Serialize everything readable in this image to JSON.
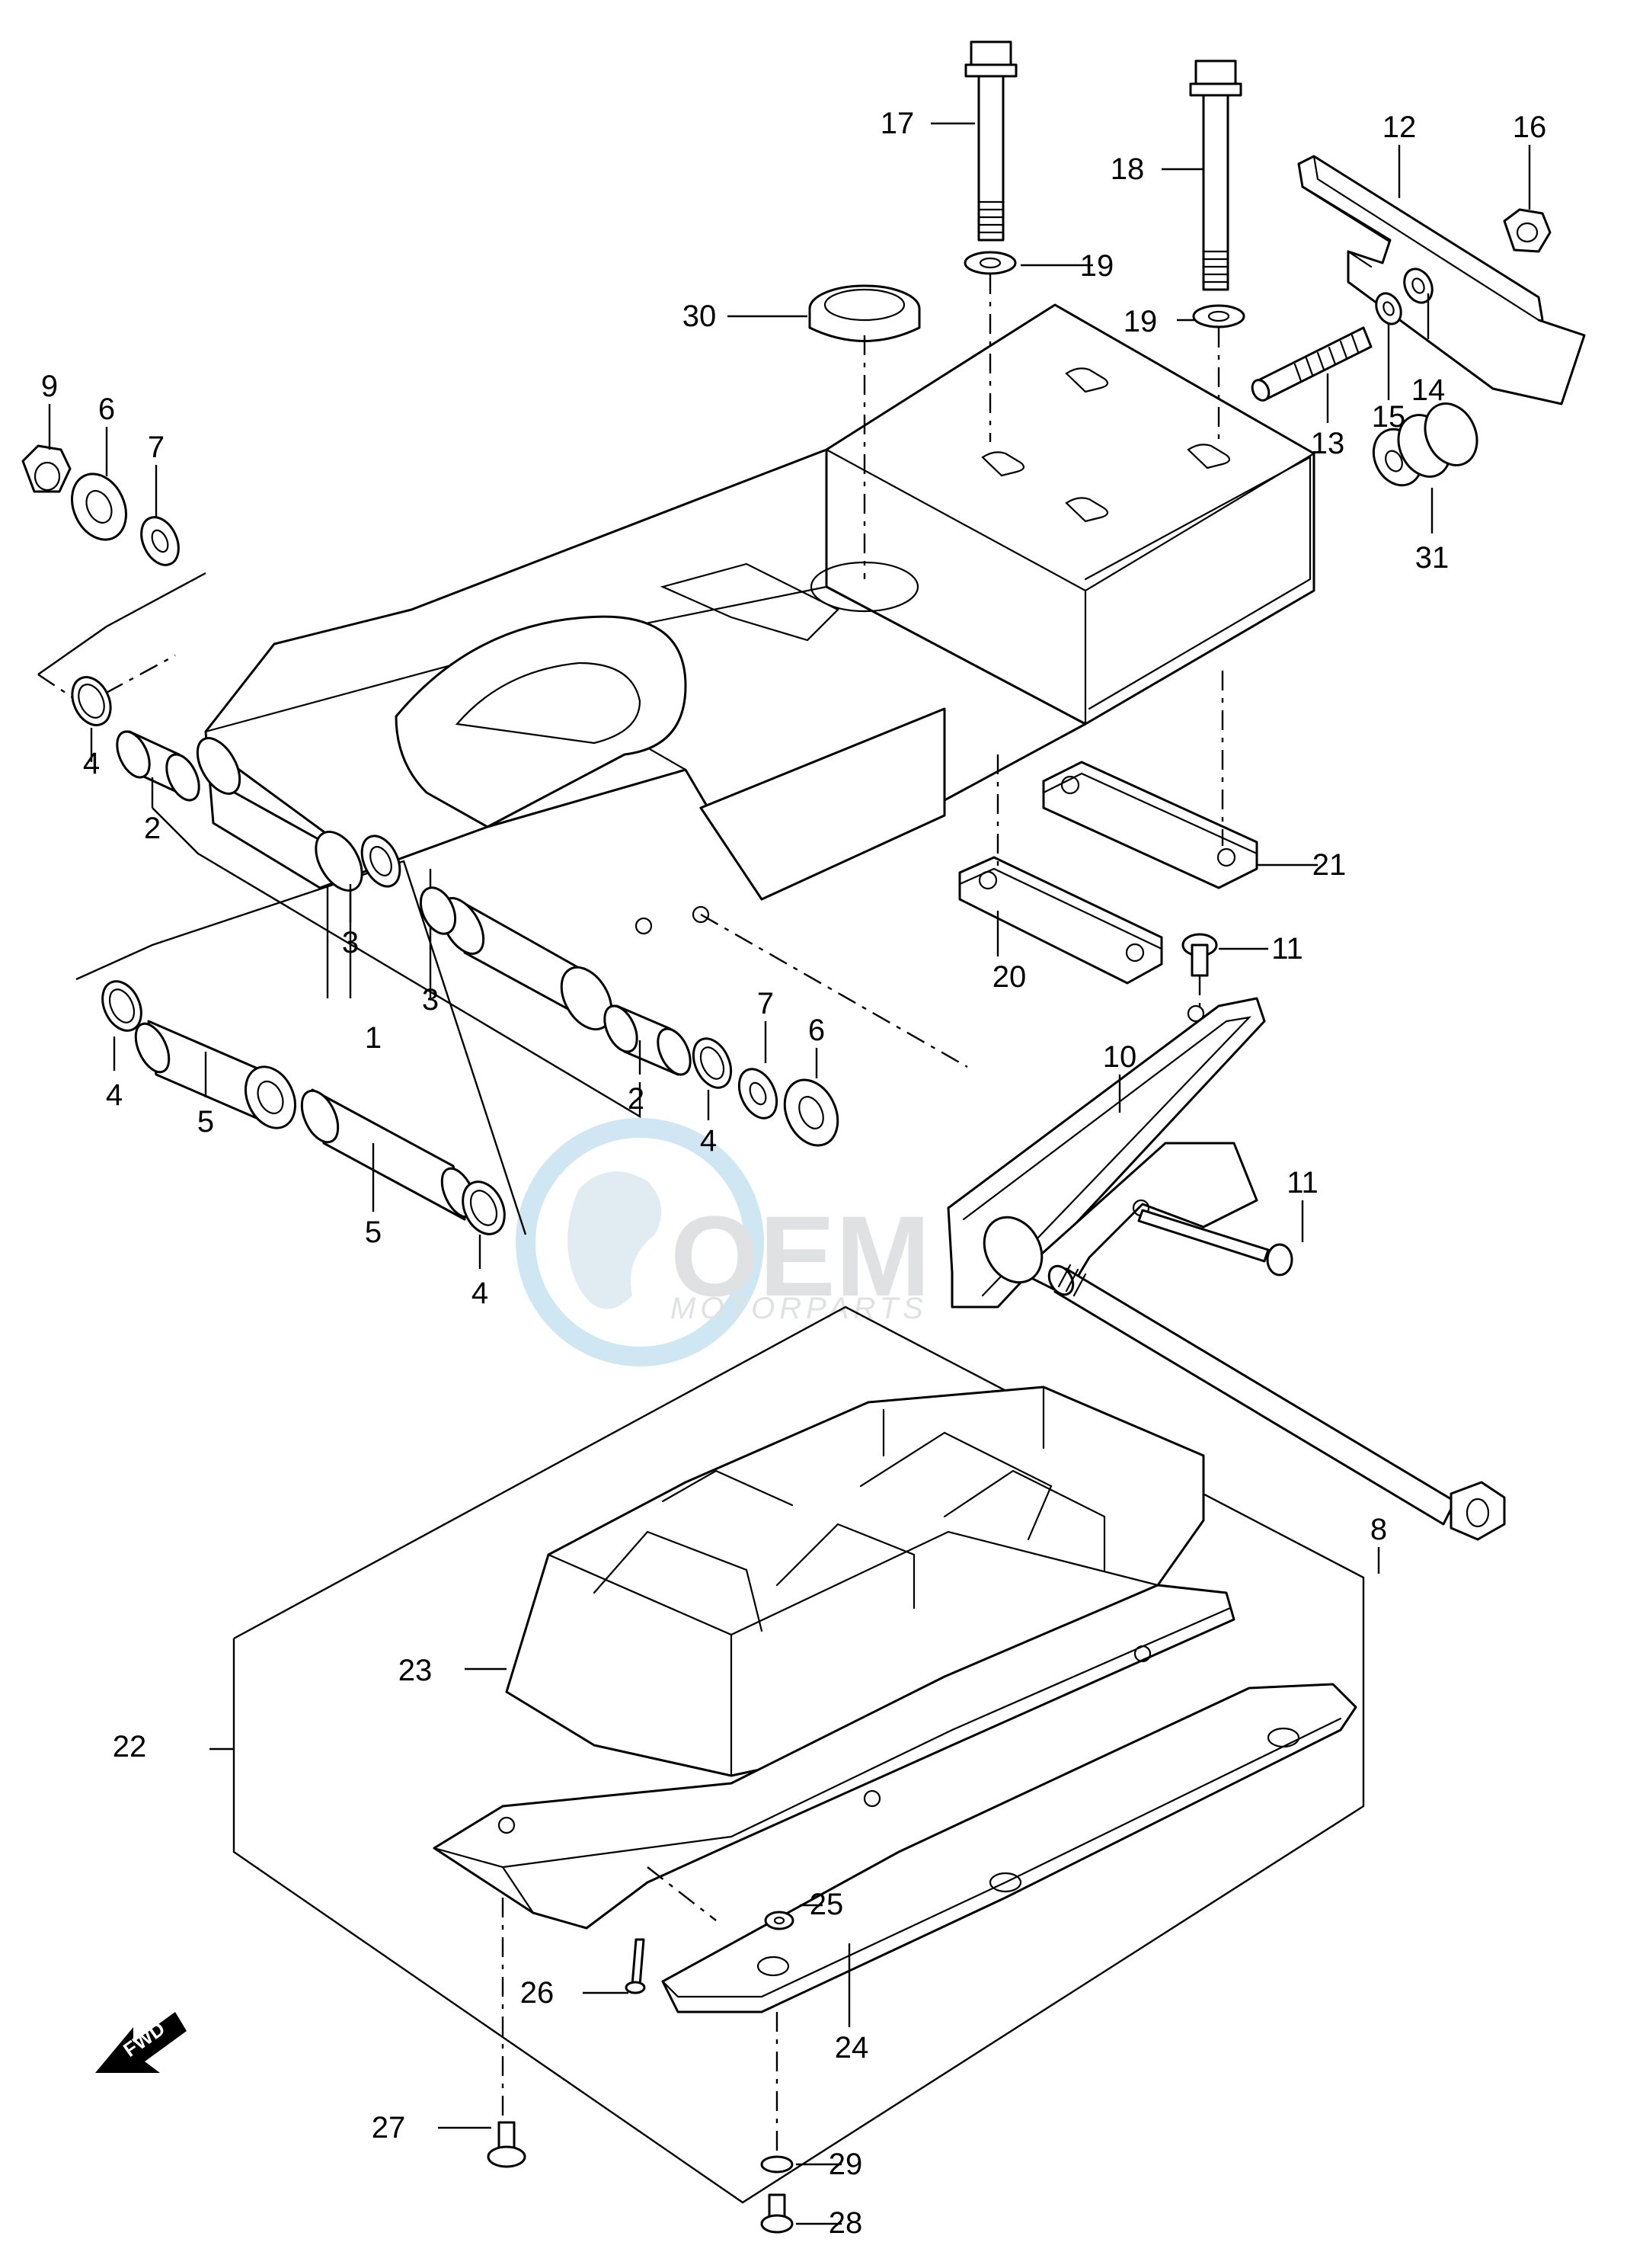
{
  "watermark": {
    "logo": "OEM",
    "subtitle": "MOTORPARTS"
  },
  "labels": {
    "fwd": "FWD"
  },
  "callouts": [
    {
      "id": "callout-17",
      "text": "17"
    },
    {
      "id": "callout-18",
      "text": "18"
    },
    {
      "id": "callout-19-a",
      "text": "19"
    },
    {
      "id": "callout-19-b",
      "text": "19"
    },
    {
      "id": "callout-12",
      "text": "12"
    },
    {
      "id": "callout-16",
      "text": "16"
    },
    {
      "id": "callout-30",
      "text": "30"
    },
    {
      "id": "callout-13",
      "text": "13"
    },
    {
      "id": "callout-15",
      "text": "15"
    },
    {
      "id": "callout-14",
      "text": "14"
    },
    {
      "id": "callout-31",
      "text": "31"
    },
    {
      "id": "callout-9",
      "text": "9"
    },
    {
      "id": "callout-6-a",
      "text": "6"
    },
    {
      "id": "callout-7-a",
      "text": "7"
    },
    {
      "id": "callout-4-a",
      "text": "4"
    },
    {
      "id": "callout-2-a",
      "text": "2"
    },
    {
      "id": "callout-3-a",
      "text": "3"
    },
    {
      "id": "callout-3-b",
      "text": "3"
    },
    {
      "id": "callout-1",
      "text": "1"
    },
    {
      "id": "callout-4-b",
      "text": "4"
    },
    {
      "id": "callout-5-a",
      "text": "5"
    },
    {
      "id": "callout-5-b",
      "text": "5"
    },
    {
      "id": "callout-4-c",
      "text": "4"
    },
    {
      "id": "callout-2-b",
      "text": "2"
    },
    {
      "id": "callout-4-d",
      "text": "4"
    },
    {
      "id": "callout-7-b",
      "text": "7"
    },
    {
      "id": "callout-6-b",
      "text": "6"
    },
    {
      "id": "callout-10",
      "text": "10"
    },
    {
      "id": "callout-20",
      "text": "20"
    },
    {
      "id": "callout-21",
      "text": "21"
    },
    {
      "id": "callout-11-a",
      "text": "11"
    },
    {
      "id": "callout-11-b",
      "text": "11"
    },
    {
      "id": "callout-8",
      "text": "8"
    },
    {
      "id": "callout-22",
      "text": "22"
    },
    {
      "id": "callout-23",
      "text": "23"
    },
    {
      "id": "callout-25",
      "text": "25"
    },
    {
      "id": "callout-24",
      "text": "24"
    },
    {
      "id": "callout-26",
      "text": "26"
    },
    {
      "id": "callout-27",
      "text": "27"
    },
    {
      "id": "callout-29",
      "text": "29"
    },
    {
      "id": "callout-28",
      "text": "28"
    }
  ]
}
